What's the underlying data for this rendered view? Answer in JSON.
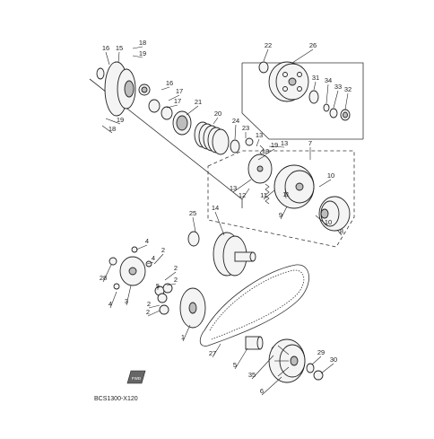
{
  "diagram": {
    "code": "BCS1300-X120",
    "fwd_label": "FWD",
    "callouts": [
      "16",
      "15",
      "18",
      "19",
      "19",
      "18",
      "16",
      "17",
      "17",
      "21",
      "20",
      "24",
      "23",
      "13",
      "13",
      "7",
      "22",
      "26",
      "31",
      "34",
      "33",
      "32",
      "19",
      "18",
      "12",
      "13",
      "11",
      "11",
      "10",
      "10",
      "9",
      "8",
      "25",
      "14",
      "4",
      "5",
      "3",
      "2",
      "2",
      "2",
      "2",
      "28",
      "4",
      "4",
      "2",
      "1",
      "27",
      "5",
      "35",
      "6",
      "29",
      "30"
    ]
  }
}
